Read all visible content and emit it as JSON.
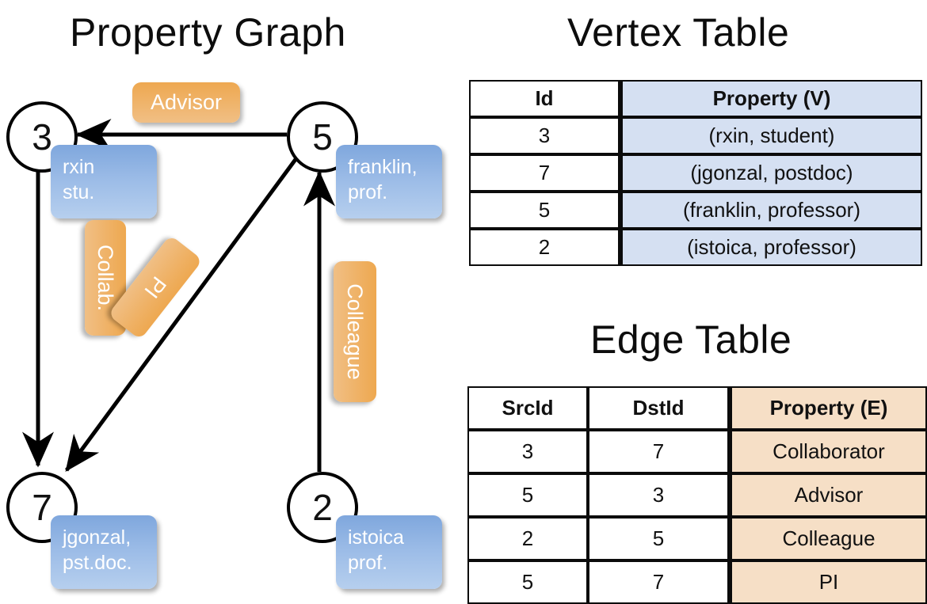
{
  "titles": {
    "graph": "Property Graph",
    "vertex_table": "Vertex Table",
    "edge_table": "Edge Table"
  },
  "graph": {
    "nodes": [
      {
        "id": "3",
        "property_label": "rxin\nstu."
      },
      {
        "id": "5",
        "property_label": "franklin,\nprof."
      },
      {
        "id": "7",
        "property_label": "jgonzal,\npst.doc."
      },
      {
        "id": "2",
        "property_label": "istoica\nprof."
      }
    ],
    "node_labels": {
      "n3": "3",
      "n5": "5",
      "n7": "7",
      "n2": "2"
    },
    "vertex_props": {
      "v3_line1": "rxin",
      "v3_line2": "stu.",
      "v5_line1": "franklin,",
      "v5_line2": "prof.",
      "v7_line1": "jgonzal,",
      "v7_line2": "pst.doc.",
      "v2_line1": "istoica",
      "v2_line2": "prof."
    },
    "edge_labels": {
      "advisor": "Advisor",
      "collab": "Collab.",
      "pi": "PI",
      "colleague": "Colleague"
    },
    "edges": [
      {
        "from": "5",
        "to": "3",
        "label": "Advisor"
      },
      {
        "from": "3",
        "to": "7",
        "label": "Collab."
      },
      {
        "from": "5",
        "to": "7",
        "label": "PI"
      },
      {
        "from": "2",
        "to": "5",
        "label": "Colleague"
      }
    ],
    "colors": {
      "vertex_box": "#9cbce7",
      "edge_box": "#efb267",
      "stroke": "#000000"
    }
  },
  "vertex_table": {
    "headers": [
      "Id",
      "Property (V)"
    ],
    "rows": [
      {
        "id": "3",
        "property": "(rxin, student)"
      },
      {
        "id": "7",
        "property": "(jgonzal, postdoc)"
      },
      {
        "id": "5",
        "property": "(franklin, professor)"
      },
      {
        "id": "2",
        "property": "(istoica, professor)"
      }
    ],
    "highlight_color": "#d5e0f2"
  },
  "edge_table": {
    "headers": [
      "SrcId",
      "DstId",
      "Property (E)"
    ],
    "rows": [
      {
        "src": "3",
        "dst": "7",
        "property": "Collaborator"
      },
      {
        "src": "5",
        "dst": "3",
        "property": "Advisor"
      },
      {
        "src": "2",
        "dst": "5",
        "property": "Colleague"
      },
      {
        "src": "5",
        "dst": "7",
        "property": "PI"
      }
    ],
    "highlight_color": "#f6dfc6"
  }
}
